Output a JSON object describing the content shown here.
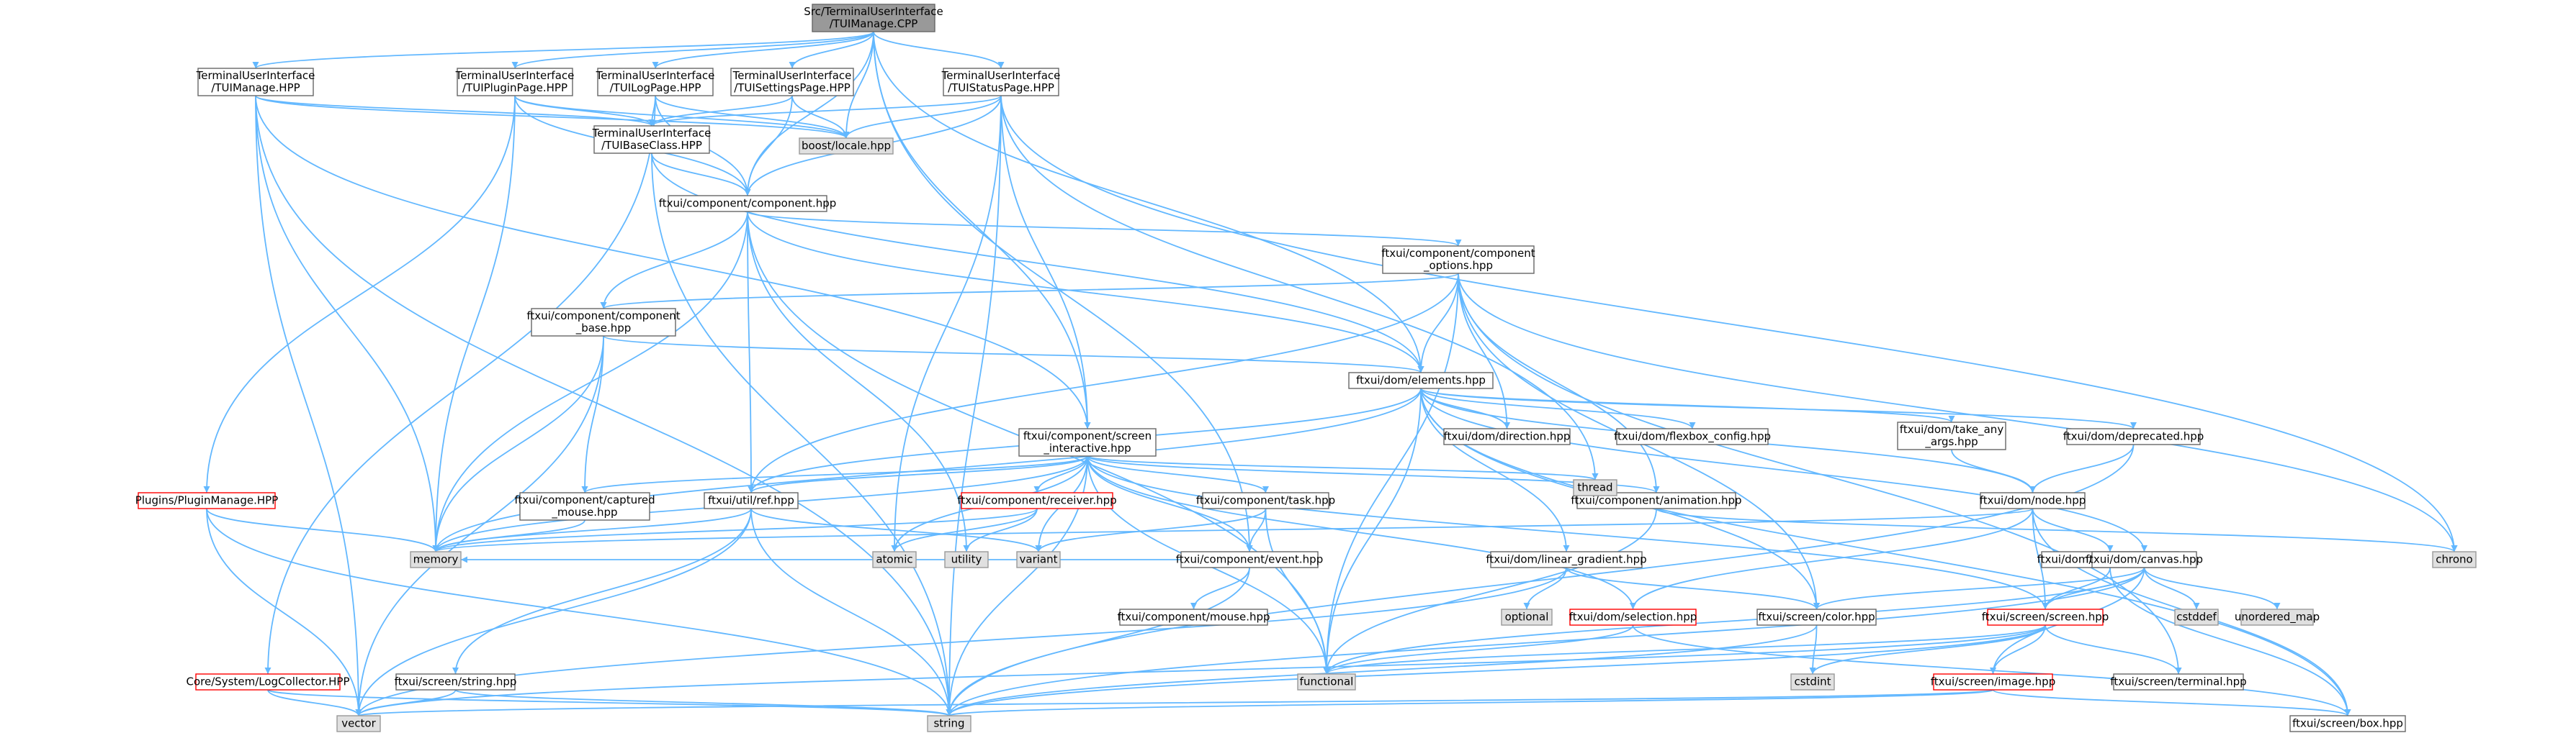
{
  "colors": {
    "edge": "#63b8ff",
    "node_fill": "#ffffff",
    "node_border": "#666666",
    "root_fill": "#999999",
    "root_border": "#666666",
    "system_fill": "#e0e0e0",
    "system_border": "#999999",
    "truncated_border": "#ff0000"
  },
  "nodes": [
    {
      "id": "root",
      "lines": [
        "Src/TerminalUserInterface",
        "/TUIManage.CPP"
      ],
      "kind": "root"
    },
    {
      "id": "tuimanage_hpp",
      "lines": [
        "TerminalUserInterface",
        "/TUIManage.HPP"
      ],
      "kind": "normal"
    },
    {
      "id": "tuipluginpage",
      "lines": [
        "TerminalUserInterface",
        "/TUIPluginPage.HPP"
      ],
      "kind": "normal"
    },
    {
      "id": "tuilogpage",
      "lines": [
        "TerminalUserInterface",
        "/TUILogPage.HPP"
      ],
      "kind": "normal"
    },
    {
      "id": "tuisettingspage",
      "lines": [
        "TerminalUserInterface",
        "/TUISettingsPage.HPP"
      ],
      "kind": "normal"
    },
    {
      "id": "tuistatuspage",
      "lines": [
        "TerminalUserInterface",
        "/TUIStatusPage.HPP"
      ],
      "kind": "normal"
    },
    {
      "id": "tuibaseclass",
      "lines": [
        "TerminalUserInterface",
        "/TUIBaseClass.HPP"
      ],
      "kind": "normal"
    },
    {
      "id": "boostlocale",
      "lines": [
        "boost/locale.hpp"
      ],
      "kind": "system"
    },
    {
      "id": "component",
      "lines": [
        "ftxui/component/component.hpp"
      ],
      "kind": "normal"
    },
    {
      "id": "component_options",
      "lines": [
        "ftxui/component/component",
        "_options.hpp"
      ],
      "kind": "normal"
    },
    {
      "id": "component_base",
      "lines": [
        "ftxui/component/component",
        "_base.hpp"
      ],
      "kind": "normal"
    },
    {
      "id": "elements",
      "lines": [
        "ftxui/dom/elements.hpp"
      ],
      "kind": "normal"
    },
    {
      "id": "screen_interactive",
      "lines": [
        "ftxui/component/screen",
        "_interactive.hpp"
      ],
      "kind": "normal"
    },
    {
      "id": "pluginmanage",
      "lines": [
        "Plugins/PluginManage.HPP"
      ],
      "kind": "truncated"
    },
    {
      "id": "captured_mouse",
      "lines": [
        "ftxui/component/captured",
        "_mouse.hpp"
      ],
      "kind": "normal"
    },
    {
      "id": "ref",
      "lines": [
        "ftxui/util/ref.hpp"
      ],
      "kind": "normal"
    },
    {
      "id": "receiver",
      "lines": [
        "ftxui/component/receiver.hpp"
      ],
      "kind": "truncated"
    },
    {
      "id": "task",
      "lines": [
        "ftxui/component/task.hpp"
      ],
      "kind": "normal"
    },
    {
      "id": "animation",
      "lines": [
        "ftxui/component/animation.hpp"
      ],
      "kind": "normal"
    },
    {
      "id": "direction",
      "lines": [
        "ftxui/dom/direction.hpp"
      ],
      "kind": "normal"
    },
    {
      "id": "flexbox_config",
      "lines": [
        "ftxui/dom/flexbox_config.hpp"
      ],
      "kind": "normal"
    },
    {
      "id": "take_any_args",
      "lines": [
        "ftxui/dom/take_any",
        "_args.hpp"
      ],
      "kind": "normal"
    },
    {
      "id": "deprecated",
      "lines": [
        "ftxui/dom/deprecated.hpp"
      ],
      "kind": "normal"
    },
    {
      "id": "node",
      "lines": [
        "ftxui/dom/node.hpp"
      ],
      "kind": "normal"
    },
    {
      "id": "thread",
      "lines": [
        "thread"
      ],
      "kind": "system"
    },
    {
      "id": "chrono",
      "lines": [
        "chrono"
      ],
      "kind": "system"
    },
    {
      "id": "memory",
      "lines": [
        "memory"
      ],
      "kind": "system"
    },
    {
      "id": "atomic",
      "lines": [
        "atomic"
      ],
      "kind": "system"
    },
    {
      "id": "utility",
      "lines": [
        "utility"
      ],
      "kind": "system"
    },
    {
      "id": "variant",
      "lines": [
        "variant"
      ],
      "kind": "system"
    },
    {
      "id": "event",
      "lines": [
        "ftxui/component/event.hpp"
      ],
      "kind": "normal"
    },
    {
      "id": "mouse",
      "lines": [
        "ftxui/component/mouse.hpp"
      ],
      "kind": "normal"
    },
    {
      "id": "linear_gradient",
      "lines": [
        "ftxui/dom/linear_gradient.hpp"
      ],
      "kind": "normal"
    },
    {
      "id": "optional",
      "lines": [
        "optional"
      ],
      "kind": "system"
    },
    {
      "id": "selection",
      "lines": [
        "ftxui/dom/selection.hpp"
      ],
      "kind": "truncated"
    },
    {
      "id": "requirement",
      "lines": [
        "ftxui/dom/requirement.hpp"
      ],
      "kind": "normal"
    },
    {
      "id": "canvas",
      "lines": [
        "ftxui/dom/canvas.hpp"
      ],
      "kind": "normal"
    },
    {
      "id": "cstddef",
      "lines": [
        "cstddef"
      ],
      "kind": "system"
    },
    {
      "id": "unordered_map",
      "lines": [
        "unordered_map"
      ],
      "kind": "system"
    },
    {
      "id": "color",
      "lines": [
        "ftxui/screen/color.hpp"
      ],
      "kind": "normal"
    },
    {
      "id": "screen",
      "lines": [
        "ftxui/screen/screen.hpp"
      ],
      "kind": "truncated"
    },
    {
      "id": "cstdint",
      "lines": [
        "cstdint"
      ],
      "kind": "system"
    },
    {
      "id": "terminal",
      "lines": [
        "ftxui/screen/terminal.hpp"
      ],
      "kind": "normal"
    },
    {
      "id": "image",
      "lines": [
        "ftxui/screen/image.hpp"
      ],
      "kind": "truncated"
    },
    {
      "id": "box",
      "lines": [
        "ftxui/screen/box.hpp"
      ],
      "kind": "normal"
    },
    {
      "id": "logcollector",
      "lines": [
        "Core/System/LogCollector.HPP"
      ],
      "kind": "truncated"
    },
    {
      "id": "string_hpp",
      "lines": [
        "ftxui/screen/string.hpp"
      ],
      "kind": "normal"
    },
    {
      "id": "functional",
      "lines": [
        "functional"
      ],
      "kind": "system"
    },
    {
      "id": "vector",
      "lines": [
        "vector"
      ],
      "kind": "system"
    },
    {
      "id": "string",
      "lines": [
        "string"
      ],
      "kind": "system"
    }
  ],
  "edges": [
    [
      "root",
      "tuimanage_hpp"
    ],
    [
      "root",
      "tuipluginpage"
    ],
    [
      "root",
      "tuilogpage"
    ],
    [
      "root",
      "tuisettingspage"
    ],
    [
      "root",
      "tuistatuspage"
    ],
    [
      "root",
      "boostlocale"
    ],
    [
      "root",
      "component"
    ],
    [
      "root",
      "elements"
    ],
    [
      "root",
      "event"
    ],
    [
      "root",
      "screen_interactive"
    ],
    [
      "tuimanage_hpp",
      "tuibaseclass"
    ],
    [
      "tuimanage_hpp",
      "boostlocale"
    ],
    [
      "tuimanage_hpp",
      "screen_interactive"
    ],
    [
      "tuimanage_hpp",
      "memory"
    ],
    [
      "tuimanage_hpp",
      "vector"
    ],
    [
      "tuimanage_hpp",
      "string"
    ],
    [
      "tuipluginpage",
      "tuibaseclass"
    ],
    [
      "tuipluginpage",
      "boostlocale"
    ],
    [
      "tuipluginpage",
      "component"
    ],
    [
      "tuipluginpage",
      "pluginmanage"
    ],
    [
      "tuipluginpage",
      "memory"
    ],
    [
      "tuilogpage",
      "tuibaseclass"
    ],
    [
      "tuilogpage",
      "boostlocale"
    ],
    [
      "tuilogpage",
      "component"
    ],
    [
      "tuilogpage",
      "logcollector"
    ],
    [
      "tuisettingspage",
      "tuibaseclass"
    ],
    [
      "tuisettingspage",
      "boostlocale"
    ],
    [
      "tuisettingspage",
      "component"
    ],
    [
      "tuistatuspage",
      "tuibaseclass"
    ],
    [
      "tuistatuspage",
      "boostlocale"
    ],
    [
      "tuistatuspage",
      "component"
    ],
    [
      "tuistatuspage",
      "screen_interactive"
    ],
    [
      "tuistatuspage",
      "thread"
    ],
    [
      "tuistatuspage",
      "chrono"
    ],
    [
      "tuistatuspage",
      "atomic"
    ],
    [
      "tuistatuspage",
      "string"
    ],
    [
      "tuibaseclass",
      "component"
    ],
    [
      "tuibaseclass",
      "elements"
    ],
    [
      "tuibaseclass",
      "string"
    ],
    [
      "component",
      "component_options"
    ],
    [
      "component",
      "component_base"
    ],
    [
      "component",
      "elements"
    ],
    [
      "component",
      "ref"
    ],
    [
      "component",
      "functional"
    ],
    [
      "component",
      "memory"
    ],
    [
      "component",
      "utility"
    ],
    [
      "component_options",
      "component_base"
    ],
    [
      "component_options",
      "elements"
    ],
    [
      "component_options",
      "direction"
    ],
    [
      "component_options",
      "animation"
    ],
    [
      "component_options",
      "ref"
    ],
    [
      "component_options",
      "chrono"
    ],
    [
      "component_options",
      "functional"
    ],
    [
      "component_options",
      "color"
    ],
    [
      "component_options",
      "terminal"
    ],
    [
      "component_base",
      "elements"
    ],
    [
      "component_base",
      "captured_mouse"
    ],
    [
      "component_base",
      "memory"
    ],
    [
      "component_base",
      "vector"
    ],
    [
      "elements",
      "direction"
    ],
    [
      "elements",
      "flexbox_config"
    ],
    [
      "elements",
      "take_any_args"
    ],
    [
      "elements",
      "deprecated"
    ],
    [
      "elements",
      "node"
    ],
    [
      "elements",
      "canvas"
    ],
    [
      "elements",
      "linear_gradient"
    ],
    [
      "elements",
      "color"
    ],
    [
      "elements",
      "box"
    ],
    [
      "elements",
      "ref"
    ],
    [
      "elements",
      "functional"
    ],
    [
      "elements",
      "memory"
    ],
    [
      "screen_interactive",
      "captured_mouse"
    ],
    [
      "screen_interactive",
      "ref"
    ],
    [
      "screen_interactive",
      "receiver"
    ],
    [
      "screen_interactive",
      "task"
    ],
    [
      "screen_interactive",
      "animation"
    ],
    [
      "screen_interactive",
      "event"
    ],
    [
      "screen_interactive",
      "selection"
    ],
    [
      "screen_interactive",
      "screen"
    ],
    [
      "screen_interactive",
      "thread"
    ],
    [
      "screen_interactive",
      "atomic"
    ],
    [
      "screen_interactive",
      "memory"
    ],
    [
      "screen_interactive",
      "functional"
    ],
    [
      "screen_interactive",
      "string"
    ],
    [
      "screen_interactive",
      "variant"
    ],
    [
      "pluginmanage",
      "memory"
    ],
    [
      "pluginmanage",
      "vector"
    ],
    [
      "pluginmanage",
      "string"
    ],
    [
      "captured_mouse",
      "memory"
    ],
    [
      "ref",
      "memory"
    ],
    [
      "ref",
      "string_hpp"
    ],
    [
      "ref",
      "variant"
    ],
    [
      "ref",
      "string"
    ],
    [
      "ref",
      "vector"
    ],
    [
      "receiver",
      "memory"
    ],
    [
      "receiver",
      "atomic"
    ],
    [
      "receiver",
      "utility"
    ],
    [
      "task",
      "event"
    ],
    [
      "task",
      "variant"
    ],
    [
      "task",
      "functional"
    ],
    [
      "animation",
      "chrono"
    ],
    [
      "animation",
      "functional"
    ],
    [
      "event",
      "mouse"
    ],
    [
      "event",
      "string"
    ],
    [
      "event",
      "memory"
    ],
    [
      "take_any_args",
      "node"
    ],
    [
      "deprecated",
      "node"
    ],
    [
      "deprecated",
      "string"
    ],
    [
      "node",
      "requirement"
    ],
    [
      "node",
      "selection"
    ],
    [
      "node",
      "screen"
    ],
    [
      "node",
      "box"
    ],
    [
      "node",
      "memory"
    ],
    [
      "linear_gradient",
      "color"
    ],
    [
      "linear_gradient",
      "optional"
    ],
    [
      "linear_gradient",
      "vector"
    ],
    [
      "selection",
      "box"
    ],
    [
      "selection",
      "functional"
    ],
    [
      "requirement",
      "box"
    ],
    [
      "requirement",
      "screen"
    ],
    [
      "canvas",
      "color"
    ],
    [
      "canvas",
      "screen"
    ],
    [
      "canvas",
      "image"
    ],
    [
      "canvas",
      "cstddef"
    ],
    [
      "canvas",
      "unordered_map"
    ],
    [
      "canvas",
      "functional"
    ],
    [
      "canvas",
      "string"
    ],
    [
      "color",
      "cstdint"
    ],
    [
      "color",
      "string"
    ],
    [
      "screen",
      "image"
    ],
    [
      "screen",
      "terminal"
    ],
    [
      "screen",
      "cstdint"
    ],
    [
      "screen",
      "functional"
    ],
    [
      "screen",
      "string"
    ],
    [
      "screen",
      "vector"
    ],
    [
      "image",
      "box"
    ],
    [
      "image",
      "string"
    ],
    [
      "image",
      "vector"
    ],
    [
      "logcollector",
      "vector"
    ],
    [
      "logcollector",
      "string"
    ],
    [
      "string_hpp",
      "string"
    ],
    [
      "string_hpp",
      "vector"
    ]
  ]
}
